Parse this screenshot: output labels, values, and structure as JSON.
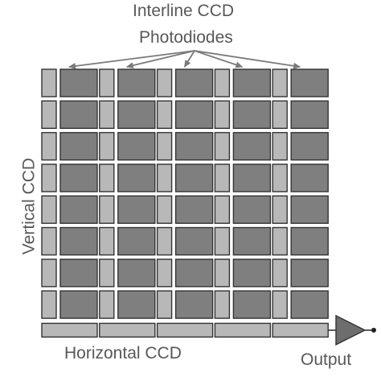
{
  "diagram": {
    "title_line1": "Interline CCD",
    "title_line2": "Photodiodes",
    "vertical_label": "Vertical CCD",
    "horizontal_label": "Horizontal CCD",
    "output_label": "Output",
    "grid": {
      "columns": 5,
      "rows": 8
    },
    "colors": {
      "photodiode_fill": "#7f7f7f",
      "vertical_ccd_fill": "#b8b8b8",
      "horizontal_ccd_fill": "#b8b8b8",
      "outline": "#333333",
      "arrow": "#7a7a7a",
      "amplifier_fill": "#6d6d6d",
      "text": "#585858",
      "background": "#ffffff"
    }
  }
}
